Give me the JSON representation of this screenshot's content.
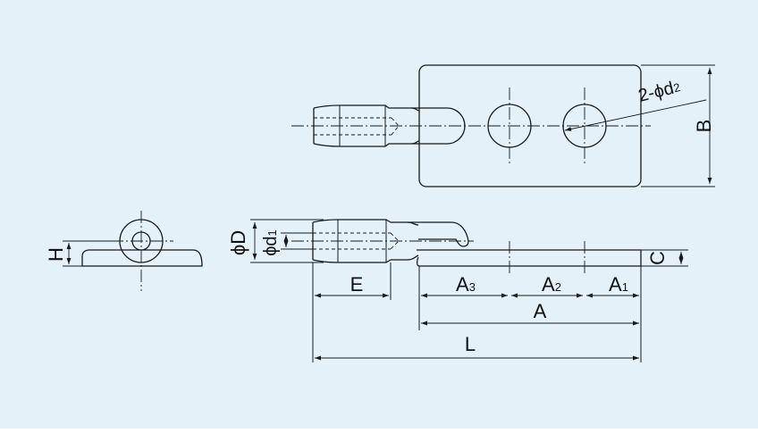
{
  "background": "#e4f1f8",
  "line_color": "#1a1a1a",
  "labels": {
    "d2_prefix": "2-",
    "phi": "ϕ",
    "d_letter": "d",
    "d2_sub": "2",
    "d1_sub": "1",
    "B": "B",
    "H": "H",
    "D": "D",
    "C": "C",
    "E": "E",
    "A": "A",
    "A1_sub": "1",
    "A2_sub": "2",
    "A3_sub": "3",
    "L": "L"
  }
}
